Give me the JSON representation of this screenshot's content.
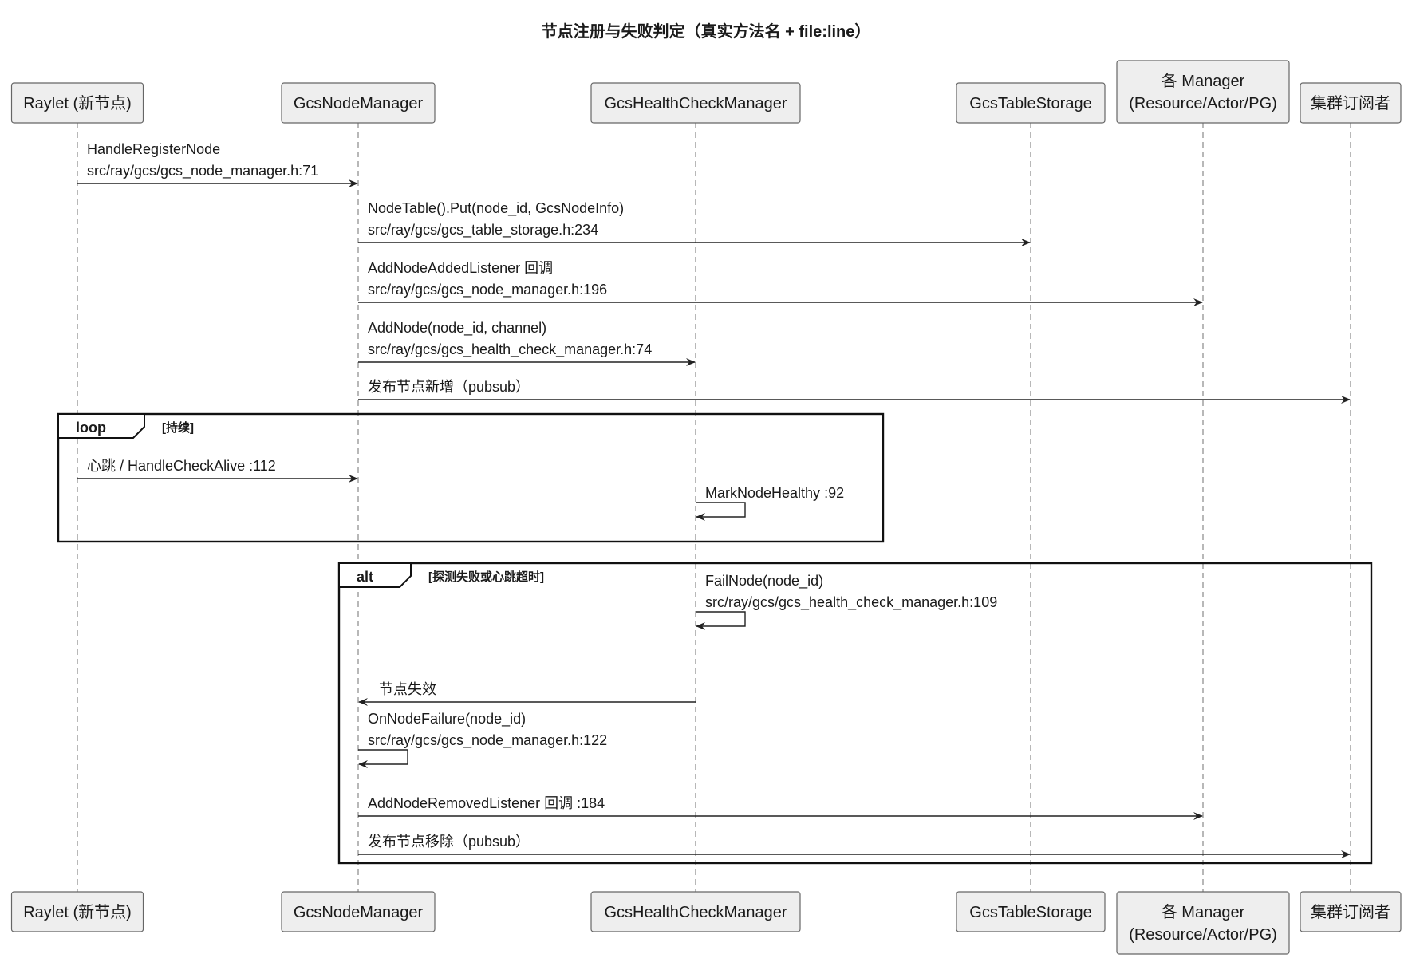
{
  "title": "节点注册与失败判定（真实方法名 + file:line）",
  "participants": [
    {
      "id": "raylet",
      "lines": [
        "Raylet (新节点)"
      ]
    },
    {
      "id": "gcs_node_manager",
      "lines": [
        "GcsNodeManager"
      ]
    },
    {
      "id": "gcs_health_check_manager",
      "lines": [
        "GcsHealthCheckManager"
      ]
    },
    {
      "id": "gcs_table_storage",
      "lines": [
        "GcsTableStorage"
      ]
    },
    {
      "id": "managers",
      "lines": [
        "各 Manager",
        "(Resource/Actor/PG)"
      ]
    },
    {
      "id": "subscribers",
      "lines": [
        "集群订阅者"
      ]
    }
  ],
  "messages": [
    {
      "from": 0,
      "to": 1,
      "lines": [
        "HandleRegisterNode",
        "src/ray/gcs/gcs_node_manager.h:71"
      ]
    },
    {
      "from": 1,
      "to": 3,
      "lines": [
        "NodeTable().Put(node_id, GcsNodeInfo)",
        "src/ray/gcs/gcs_table_storage.h:234"
      ]
    },
    {
      "from": 1,
      "to": 4,
      "lines": [
        "AddNodeAddedListener 回调",
        "src/ray/gcs/gcs_node_manager.h:196"
      ]
    },
    {
      "from": 1,
      "to": 2,
      "lines": [
        "AddNode(node_id, channel)",
        "src/ray/gcs/gcs_health_check_manager.h:74"
      ]
    },
    {
      "from": 1,
      "to": 5,
      "lines": [
        "发布节点新增（pubsub）"
      ]
    },
    {
      "from": 0,
      "to": 1,
      "lines": [
        "心跳 / HandleCheckAlive :112"
      ]
    },
    {
      "from": 2,
      "to": 2,
      "lines": [
        "MarkNodeHealthy :92"
      ]
    },
    {
      "from": 2,
      "to": 2,
      "lines": [
        "FailNode(node_id)",
        "src/ray/gcs/gcs_health_check_manager.h:109"
      ]
    },
    {
      "from": 2,
      "to": 1,
      "lines": [
        "节点失效"
      ]
    },
    {
      "from": 1,
      "to": 1,
      "lines": [
        "OnNodeFailure(node_id)",
        "src/ray/gcs/gcs_node_manager.h:122"
      ]
    },
    {
      "from": 1,
      "to": 4,
      "lines": [
        "AddNodeRemovedListener 回调 :184"
      ]
    },
    {
      "from": 1,
      "to": 5,
      "lines": [
        "发布节点移除（pubsub）"
      ]
    }
  ],
  "fragments": [
    {
      "keyword": "loop",
      "condition": "[持续]"
    },
    {
      "keyword": "alt",
      "condition": "[探测失败或心跳超时]"
    }
  ]
}
